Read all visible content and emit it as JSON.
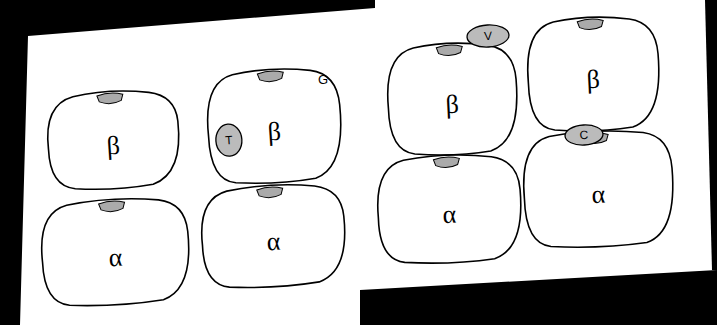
{
  "diagram": {
    "nodes": [
      {
        "text": [
          "V"
        ]
      },
      {
        "text": [
          "β"
        ]
      },
      {
        "text": [
          "β"
        ]
      },
      {
        "text": [
          "T"
        ],
        "in": 2
      },
      {
        "text": [
          "β"
        ]
      },
      {
        "text": [
          "β"
        ]
      },
      {
        "text": [
          "C"
        ]
      },
      {
        "text": [
          "α"
        ]
      },
      {
        "text": [
          "α"
        ]
      },
      {
        "text": [
          "α"
        ]
      },
      {
        "text": [
          "α"
        ]
      }
    ],
    "labels": [
      "G"
    ]
  }
}
